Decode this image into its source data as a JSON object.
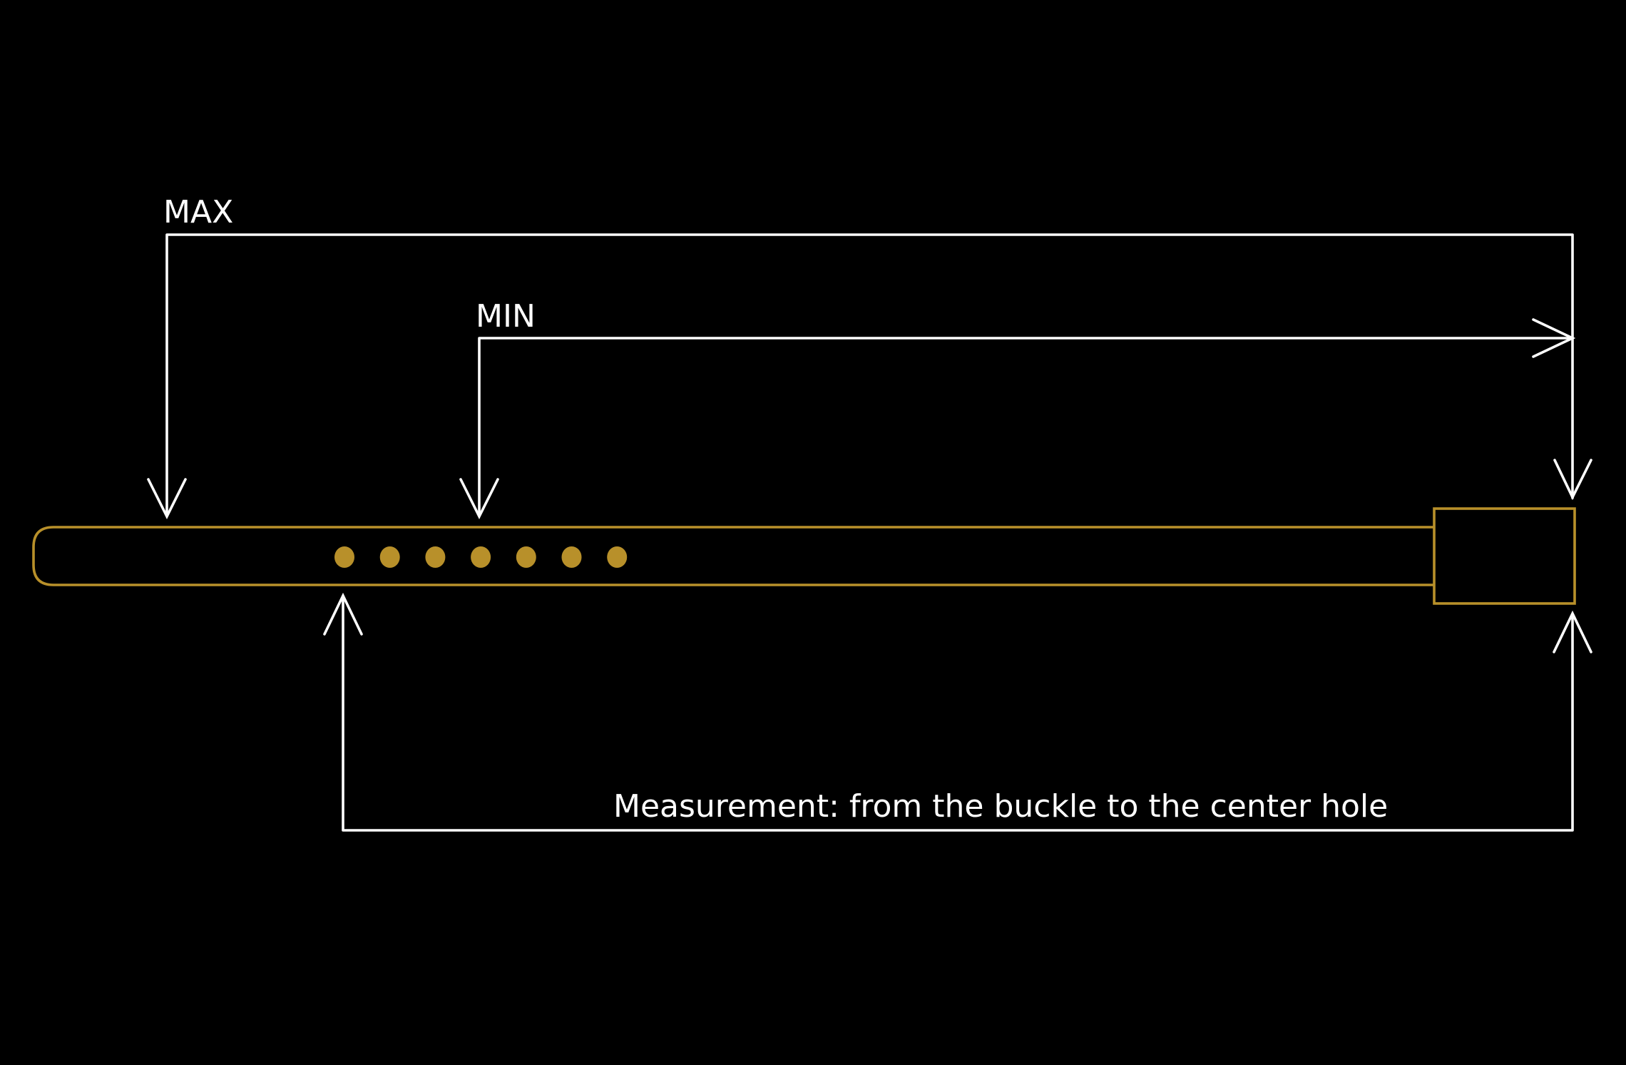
{
  "labels": {
    "max": "MAX",
    "min": "MIN",
    "measurement": "Measurement: from the buckle to the center hole"
  },
  "colors": {
    "background": "#000000",
    "line": "#ffffff",
    "belt": "#b8902a"
  },
  "belt": {
    "hole_count": 7,
    "center_hole_index": 3
  }
}
